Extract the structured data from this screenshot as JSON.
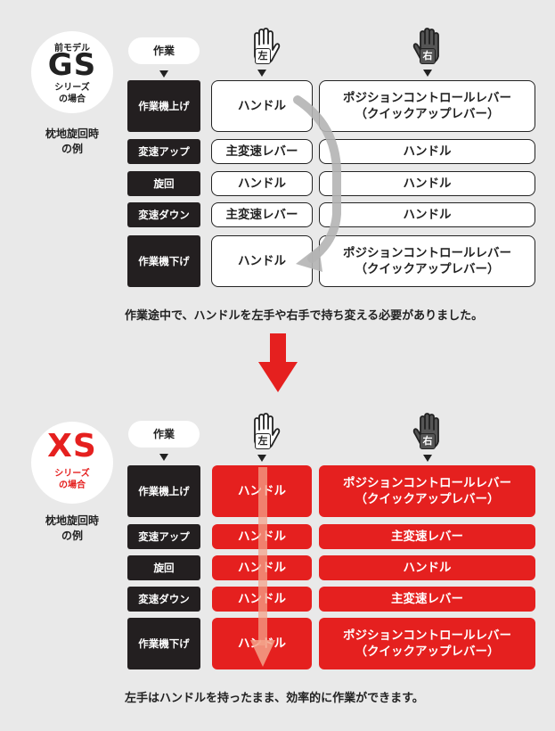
{
  "gs": {
    "badge_top": "前モデル",
    "badge_big": "GS",
    "badge_sub1": "シリーズ",
    "badge_sub2": "の場合",
    "side_line1": "枕地旋回時",
    "side_line2": "の例",
    "header_work": "作業",
    "left_label": "左",
    "right_label": "右",
    "rows": [
      {
        "op": "作業機上げ",
        "left": "ハンドル",
        "right1": "ポジションコントロールレバー",
        "right2": "（クイックアップレバー）"
      },
      {
        "op": "変速アップ",
        "left": "主変速レバー",
        "right1": "ハンドル",
        "right2": ""
      },
      {
        "op": "旋回",
        "left": "ハンドル",
        "right1": "ハンドル",
        "right2": ""
      },
      {
        "op": "変速ダウン",
        "left": "主変速レバー",
        "right1": "ハンドル",
        "right2": ""
      },
      {
        "op": "作業機下げ",
        "left": "ハンドル",
        "right1": "ポジションコントロールレバー",
        "right2": "（クイックアップレバー）"
      }
    ],
    "caption": "作業途中で、ハンドルを左手や右手で持ち変える必要がありました。"
  },
  "xs": {
    "badge_big": "XS",
    "badge_sub1": "シリーズ",
    "badge_sub2": "の場合",
    "side_line1": "枕地旋回時",
    "side_line2": "の例",
    "header_work": "作業",
    "left_label": "左",
    "right_label": "右",
    "rows": [
      {
        "op": "作業機上げ",
        "left": "ハンドル",
        "right1": "ポジションコントロールレバー",
        "right2": "（クイックアップレバー）"
      },
      {
        "op": "変速アップ",
        "left": "ハンドル",
        "right1": "主変速レバー",
        "right2": ""
      },
      {
        "op": "旋回",
        "left": "ハンドル",
        "right1": "ハンドル",
        "right2": ""
      },
      {
        "op": "変速ダウン",
        "left": "ハンドル",
        "right1": "主変速レバー",
        "right2": ""
      },
      {
        "op": "作業機下げ",
        "left": "ハンドル",
        "right1": "ポジションコントロールレバー",
        "right2": "（クイックアップレバー）"
      }
    ],
    "caption": "左手はハンドルを持ったまま、効率的に作業ができます。"
  },
  "colors": {
    "accent_red": "#e5201f",
    "dark": "#231f20",
    "background": "#e9e9e9"
  },
  "icons": {
    "left_glove": "open-glove-icon",
    "right_glove": "dark-glove-icon",
    "down_arrow": "red-down-arrow-icon"
  }
}
